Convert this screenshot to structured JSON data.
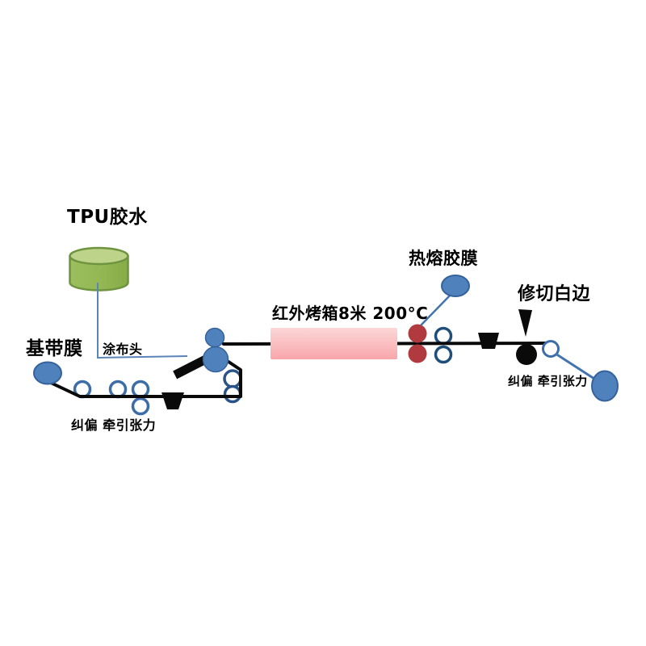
{
  "diagram": {
    "title": "TPU film coating and laminating process line",
    "labels": {
      "tpu_glue": "TPU胶水",
      "base_film": "基带膜",
      "coating_head": "涂布头",
      "tension_left": "纠偏 牵引张力",
      "oven": "红外烤箱8米 200°C",
      "hot_melt_film": "热熔胶膜",
      "trim_edge": "修切白边",
      "tension_right": "纠偏 牵引张力"
    },
    "colors": {
      "roll_blue": "#4F81BD",
      "roll_blue_border": "#36629B",
      "roller_outline": "#3C6DA8",
      "roller_outline_dark": "#1F4E79",
      "nip_red": "#B03A3E",
      "oven_pink_top": "#FBD7D8",
      "oven_pink_bottom": "#F8A6AB",
      "cylinder_green": "#94B854",
      "cylinder_green_top": "#BCD389",
      "cylinder_border": "#6F9440",
      "glue_line_blue": "#5B84B8",
      "web_line": "#0A0A0A"
    }
  }
}
